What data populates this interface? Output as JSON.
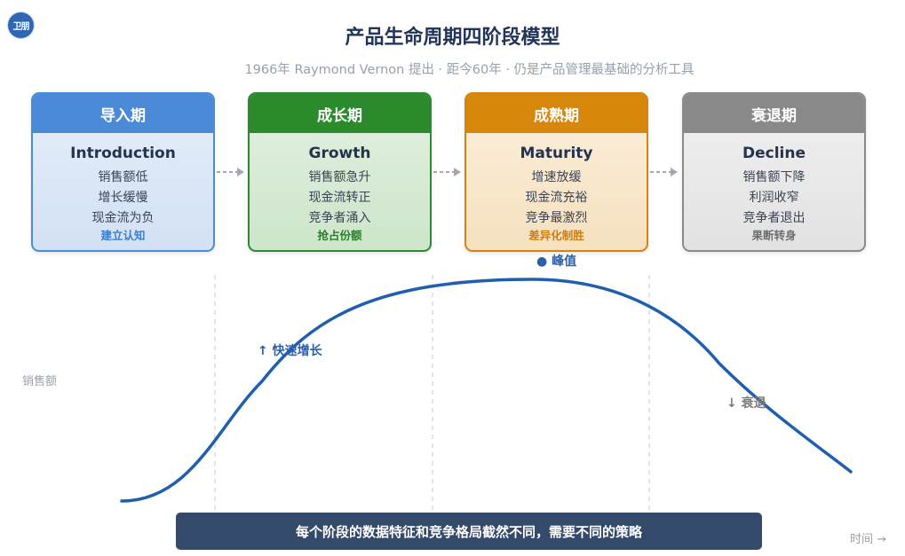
{
  "logo": {
    "text": "卫朋"
  },
  "title": "产品生命周期四阶段模型",
  "subtitle": "1966年 Raymond Vernon 提出 · 距今60年 · 仍是产品管理最基础的分析工具",
  "stages": [
    {
      "name": "导入期",
      "english": "Introduction",
      "points": [
        "销售额低",
        "增长缓慢",
        "现金流为负"
      ],
      "strategy": "建立认知",
      "color": "#4b8ad6"
    },
    {
      "name": "成长期",
      "english": "Growth",
      "points": [
        "销售额急升",
        "现金流转正",
        "竞争者涌入"
      ],
      "strategy": "抢占份额",
      "color": "#2b8a2b"
    },
    {
      "name": "成熟期",
      "english": "Maturity",
      "points": [
        "增速放缓",
        "现金流充裕",
        "竞争最激烈"
      ],
      "strategy": "差异化制胜",
      "color": "#d6870c"
    },
    {
      "name": "衰退期",
      "english": "Decline",
      "points": [
        "销售额下降",
        "利润收窄",
        "竞争者退出"
      ],
      "strategy": "果断转身",
      "color": "#898989"
    }
  ],
  "curve": {
    "y_axis_label": "销售额",
    "x_axis_label": "时间 →",
    "peak_label": "● 峰值",
    "growth_label": "↑ 快速增长",
    "decline_label": "↓ 衰退",
    "line_color": "#1f5fae"
  },
  "banner": "每个阶段的数据特征和竞争格局截然不同，需要不同的策略"
}
